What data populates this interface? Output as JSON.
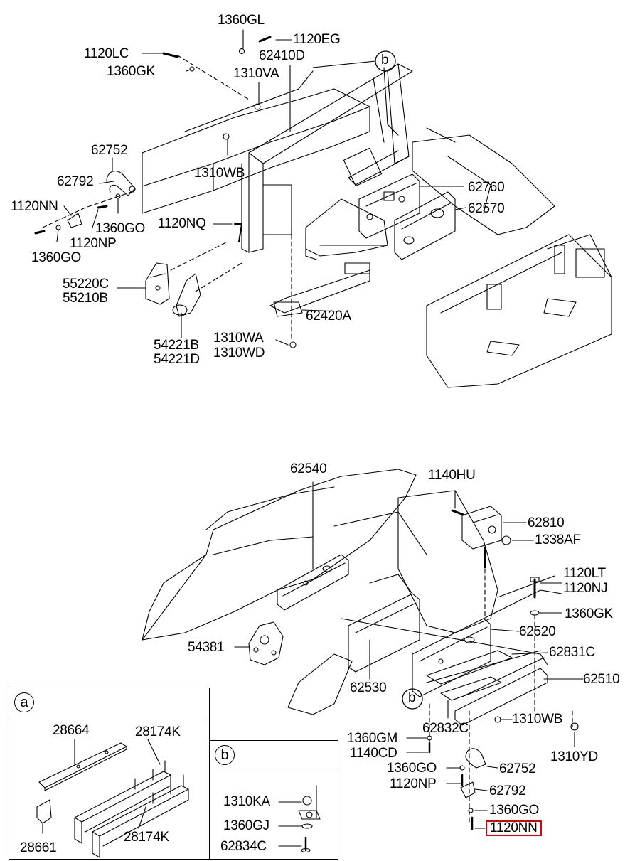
{
  "labels": {
    "top": {
      "l_1360GL": "1360GL",
      "l_1120EG": "1120EG",
      "l_1120LC": "1120LC",
      "l_62410D": "62410D",
      "l_1360GK": "1360GK",
      "l_1310VA": "1310VA",
      "l_62752": "62752",
      "l_1310WB": "1310WB",
      "l_62792": "62792",
      "l_62760": "62760",
      "l_1120NN": "1120NN",
      "l_62570": "62570",
      "l_1360GO_a": "1360GO",
      "l_1120NQ": "1120NQ",
      "l_1120NP": "1120NP",
      "l_1360GO_b": "1360GO",
      "l_55220C": "55220C",
      "l_55210B": "55210B",
      "l_62420A": "62420A",
      "l_1310WA": "1310WA",
      "l_1310WD": "1310WD",
      "l_54221B": "54221B",
      "l_54221D": "54221D"
    },
    "bottom": {
      "l_62540": "62540",
      "l_1140HU": "1140HU",
      "l_62810": "62810",
      "l_1338AF": "1338AF",
      "l_1120LT": "1120LT",
      "l_1120NJ": "1120NJ",
      "l_1360GK": "1360GK",
      "l_62520": "62520",
      "l_54381": "54381",
      "l_62831C": "62831C",
      "l_62530": "62530",
      "l_62510": "62510",
      "l_1310WB": "1310WB",
      "l_62832C": "62832C",
      "l_1360GM": "1360GM",
      "l_1140CD": "1140CD",
      "l_1310YD": "1310YD",
      "l_1360GO_a": "1360GO",
      "l_62752": "62752",
      "l_1120NP": "1120NP",
      "l_62792": "62792",
      "l_1360GO_b": "1360GO",
      "l_1120NN": "1120NN"
    },
    "inset_a": {
      "letter": "a",
      "l_28664": "28664",
      "l_28174K_a": "28174K",
      "l_28661": "28661",
      "l_28174K_b": "28174K"
    },
    "inset_b": {
      "letter": "b",
      "l_1310KA": "1310KA",
      "l_1360GJ": "1360GJ",
      "l_62834C": "62834C"
    },
    "callouts": {
      "b_top": "b",
      "b_bottom": "b"
    }
  },
  "colors": {
    "line": "#000000",
    "highlight": "#e00000",
    "background": "#ffffff"
  }
}
